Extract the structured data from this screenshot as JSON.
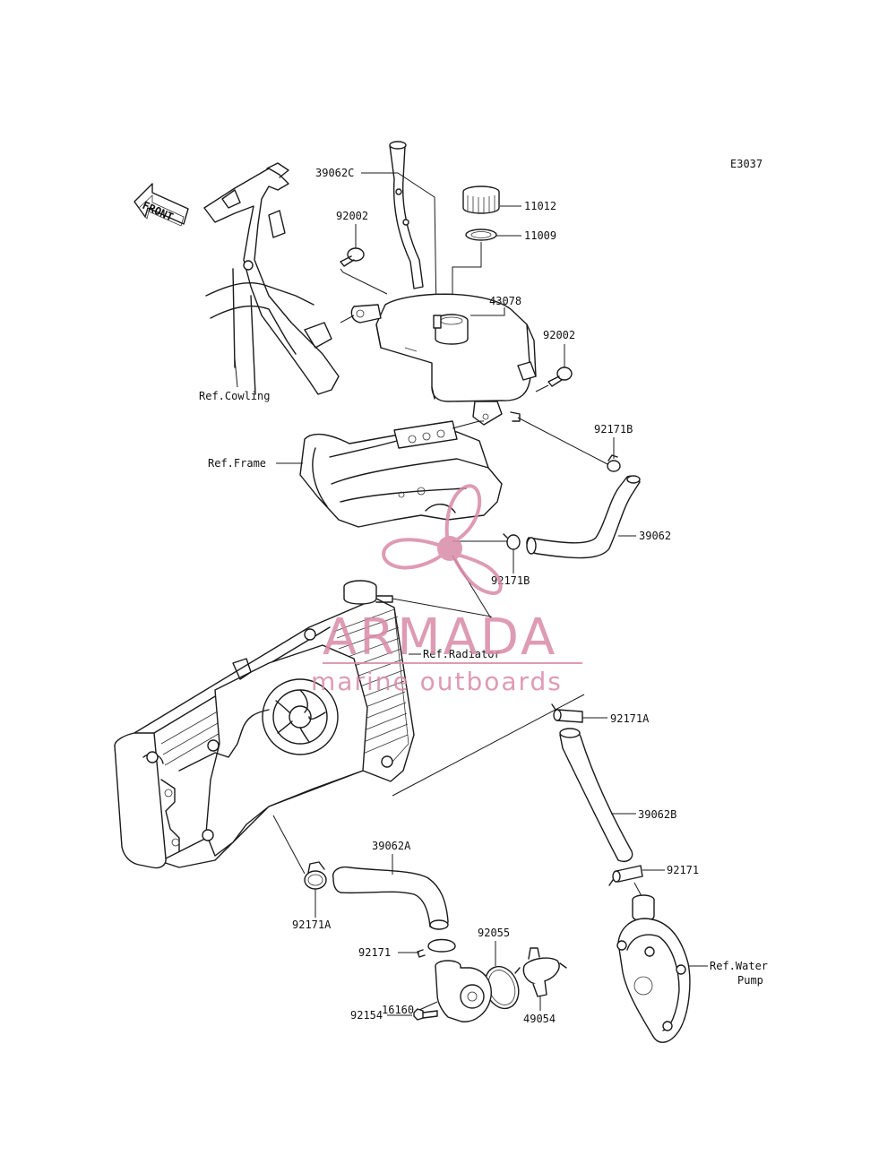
{
  "diagram": {
    "code": "E3037",
    "front_arrow": "FRONT",
    "parts": [
      {
        "id": "p-39062c",
        "label": "39062C"
      },
      {
        "id": "p-11012",
        "label": "11012"
      },
      {
        "id": "p-11009",
        "label": "11009"
      },
      {
        "id": "p-92002-a",
        "label": "92002"
      },
      {
        "id": "p-43078",
        "label": "43078"
      },
      {
        "id": "p-92002-b",
        "label": "92002"
      },
      {
        "id": "p-92171b-a",
        "label": "92171B"
      },
      {
        "id": "p-39062",
        "label": "39062"
      },
      {
        "id": "p-92171b-b",
        "label": "92171B"
      },
      {
        "id": "p-92171a-a",
        "label": "92171A"
      },
      {
        "id": "p-39062b",
        "label": "39062B"
      },
      {
        "id": "p-92171-a",
        "label": "92171"
      },
      {
        "id": "p-39062a",
        "label": "39062A"
      },
      {
        "id": "p-92171a-b",
        "label": "92171A"
      },
      {
        "id": "p-92171-b",
        "label": "92171"
      },
      {
        "id": "p-92055",
        "label": "92055"
      },
      {
        "id": "p-16160",
        "label": "16160"
      },
      {
        "id": "p-92154",
        "label": "92154"
      },
      {
        "id": "p-49054",
        "label": "49054"
      }
    ],
    "references": [
      {
        "id": "ref-cowling",
        "label": "Ref.Cowling"
      },
      {
        "id": "ref-frame",
        "label": "Ref.Frame"
      },
      {
        "id": "ref-radiator",
        "label": "Ref.Radiator"
      },
      {
        "id": "ref-water-pump-1",
        "label": "Ref.Water"
      },
      {
        "id": "ref-water-pump-2",
        "label": "Pump"
      }
    ]
  },
  "watermark": {
    "brand": "ARMADA",
    "tagline": "marine outboards",
    "color": "#d98aa8"
  }
}
